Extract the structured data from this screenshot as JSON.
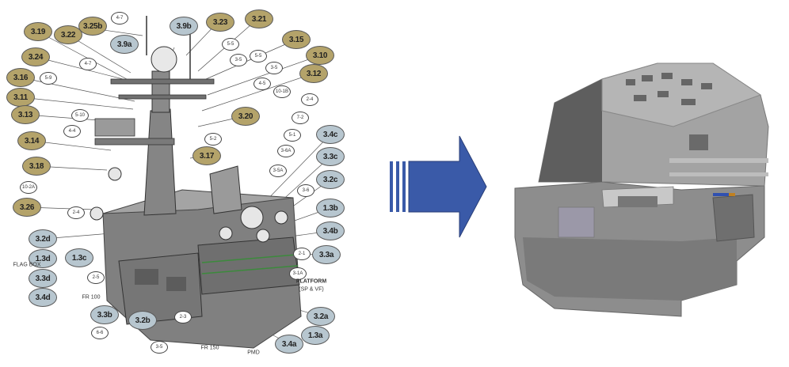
{
  "gold_labels": [
    {
      "text": "3.19"
    },
    {
      "text": "3.22"
    },
    {
      "text": "3.25b"
    },
    {
      "text": "3.23"
    },
    {
      "text": "3.21"
    },
    {
      "text": "3.24"
    },
    {
      "text": "3.15"
    },
    {
      "text": "3.10"
    },
    {
      "text": "3.12"
    },
    {
      "text": "3.16"
    },
    {
      "text": "3.11"
    },
    {
      "text": "3.13"
    },
    {
      "text": "3.20"
    },
    {
      "text": "3.14"
    },
    {
      "text": "3.17"
    },
    {
      "text": "3.18"
    },
    {
      "text": "3.26"
    }
  ],
  "blue_labels": [
    {
      "text": "3.9a"
    },
    {
      "text": "3.9b"
    },
    {
      "text": "3.4c"
    },
    {
      "text": "3.3c"
    },
    {
      "text": "3.2c"
    },
    {
      "text": "1.3b"
    },
    {
      "text": "3.4b"
    },
    {
      "text": "3.3a"
    },
    {
      "text": "3.2d"
    },
    {
      "text": "1.3d"
    },
    {
      "text": "1.3c"
    },
    {
      "text": "3.3d"
    },
    {
      "text": "3.4d"
    },
    {
      "text": "3.3b"
    },
    {
      "text": "3.2b"
    },
    {
      "text": "3.2a"
    },
    {
      "text": "1.3a"
    },
    {
      "text": "3.4a"
    }
  ],
  "small_labels": [
    {
      "text": "FLAG BOX"
    },
    {
      "text": "PLATFORM"
    },
    {
      "text": "(SP & VF)"
    },
    {
      "text": "FR 100"
    },
    {
      "text": "FR 150"
    },
    {
      "text": "PMD"
    }
  ],
  "callout_circles": [
    {
      "text": "4-7"
    },
    {
      "text": "5-5"
    },
    {
      "text": "3-5"
    },
    {
      "text": "4-7"
    },
    {
      "text": "5-5"
    },
    {
      "text": "3-5"
    },
    {
      "text": "4-5"
    },
    {
      "text": "10-1B"
    },
    {
      "text": "2-4"
    },
    {
      "text": "7-2"
    },
    {
      "text": "5-1"
    },
    {
      "text": "3-6A"
    },
    {
      "text": "3-5A"
    },
    {
      "text": "3-6"
    },
    {
      "text": "5-9"
    },
    {
      "text": "5-10"
    },
    {
      "text": "4-4"
    },
    {
      "text": "5-2"
    },
    {
      "text": "10-2A"
    },
    {
      "text": "2-4"
    },
    {
      "text": "2-5"
    },
    {
      "text": "2-3"
    },
    {
      "text": "6-6"
    },
    {
      "text": "3-5"
    },
    {
      "text": "3-1A"
    },
    {
      "text": "2-1"
    }
  ],
  "arrow": {
    "color": "#3a5aa8"
  },
  "colors": {
    "gold": "#b4a36a",
    "blue": "#b7c6cf",
    "hull": "#7d7d7d",
    "model": "#9a9a9a"
  }
}
